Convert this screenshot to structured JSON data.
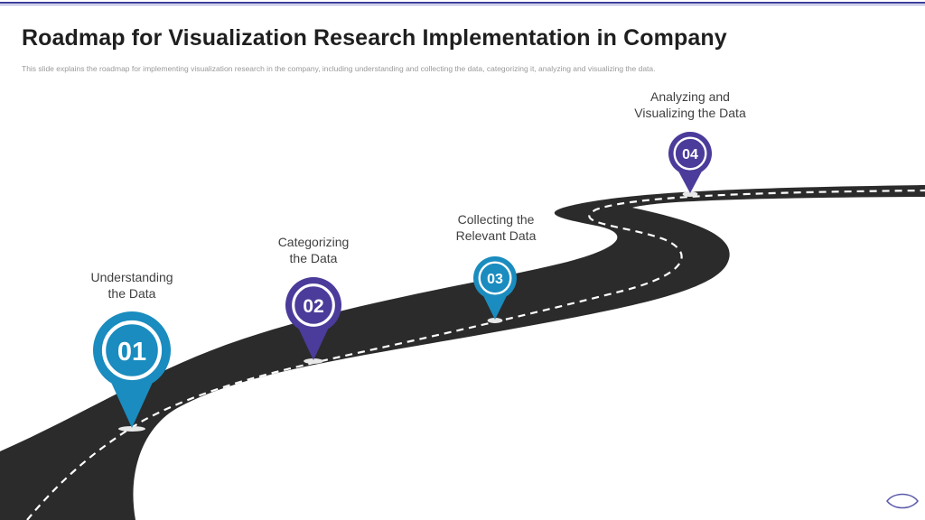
{
  "slide": {
    "title": "Roadmap for Visualization Research Implementation in Company",
    "subtitle": "This slide explains the roadmap for implementing visualization research in the company, including understanding and collecting the data, categorizing it, analyzing and visualizing the data."
  },
  "milestones": [
    {
      "number": "01",
      "label": "Understanding\nthe Data",
      "color": "#1a8cbf"
    },
    {
      "number": "02",
      "label": "Categorizing\nthe Data",
      "color": "#4b3b9a"
    },
    {
      "number": "03",
      "label": "Collecting the\nRelevant Data",
      "color": "#1a8cbf"
    },
    {
      "number": "04",
      "label": "Analyzing and\nVisualizing the Data",
      "color": "#4b3b9a"
    }
  ],
  "colors": {
    "road": "#2b2b2b",
    "lane_marking": "#ffffff",
    "title": "#1f1f1f"
  },
  "icons": {
    "pin": "map-pin-icon",
    "nav": "eye-nav-icon"
  }
}
